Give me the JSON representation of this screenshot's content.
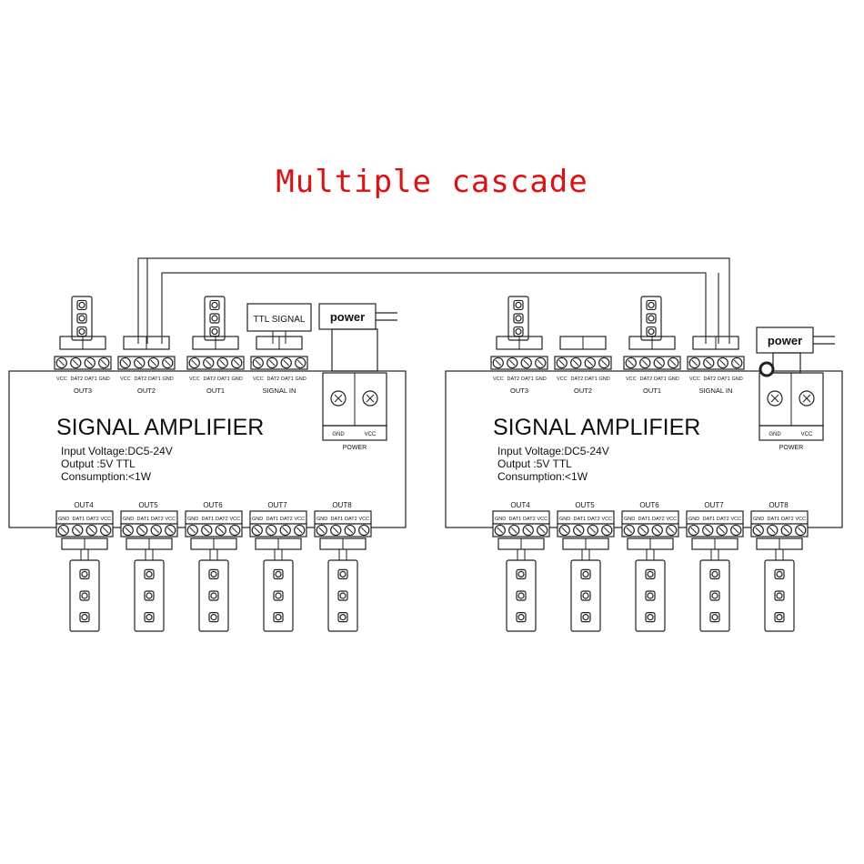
{
  "title": "Multiple cascade",
  "amplifier": {
    "name": "SIGNAL AMPLIFIER",
    "specs": [
      "Input Voltage:DC5-24V",
      "Output :5V  TTL",
      "Consumption:<1W"
    ]
  },
  "top_ports": [
    "OUT3",
    "OUT2",
    "OUT1",
    "SIGNAL IN"
  ],
  "bottom_ports": [
    "OUT4",
    "OUT5",
    "OUT6",
    "OUT7",
    "OUT8"
  ],
  "pins_top": [
    "VCC",
    "DAT2",
    "DAT1",
    "GND"
  ],
  "pins_bottom": [
    "GND",
    "DAT1",
    "DAT2",
    "VCC"
  ],
  "power_label": "power",
  "power_terminal": {
    "label": "POWER",
    "gnd": "GND",
    "vcc": "VCC"
  },
  "ttl_label": "TTL SIGNAL"
}
